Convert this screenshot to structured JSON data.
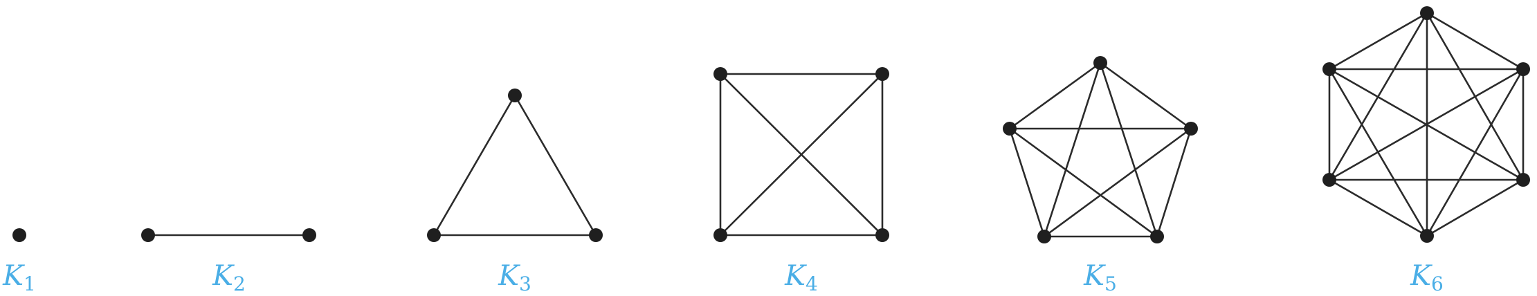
{
  "colors": {
    "label": "#4aaee6",
    "edge": "#2b2b2b",
    "vertex": "#1f1f1f",
    "background": "#ffffff"
  },
  "graphs": [
    {
      "letter": "K",
      "subscript": "1",
      "vertices": 1
    },
    {
      "letter": "K",
      "subscript": "2",
      "vertices": 2
    },
    {
      "letter": "K",
      "subscript": "3",
      "vertices": 3
    },
    {
      "letter": "K",
      "subscript": "4",
      "vertices": 4
    },
    {
      "letter": "K",
      "subscript": "5",
      "vertices": 5
    },
    {
      "letter": "K",
      "subscript": "6",
      "vertices": 6
    }
  ]
}
